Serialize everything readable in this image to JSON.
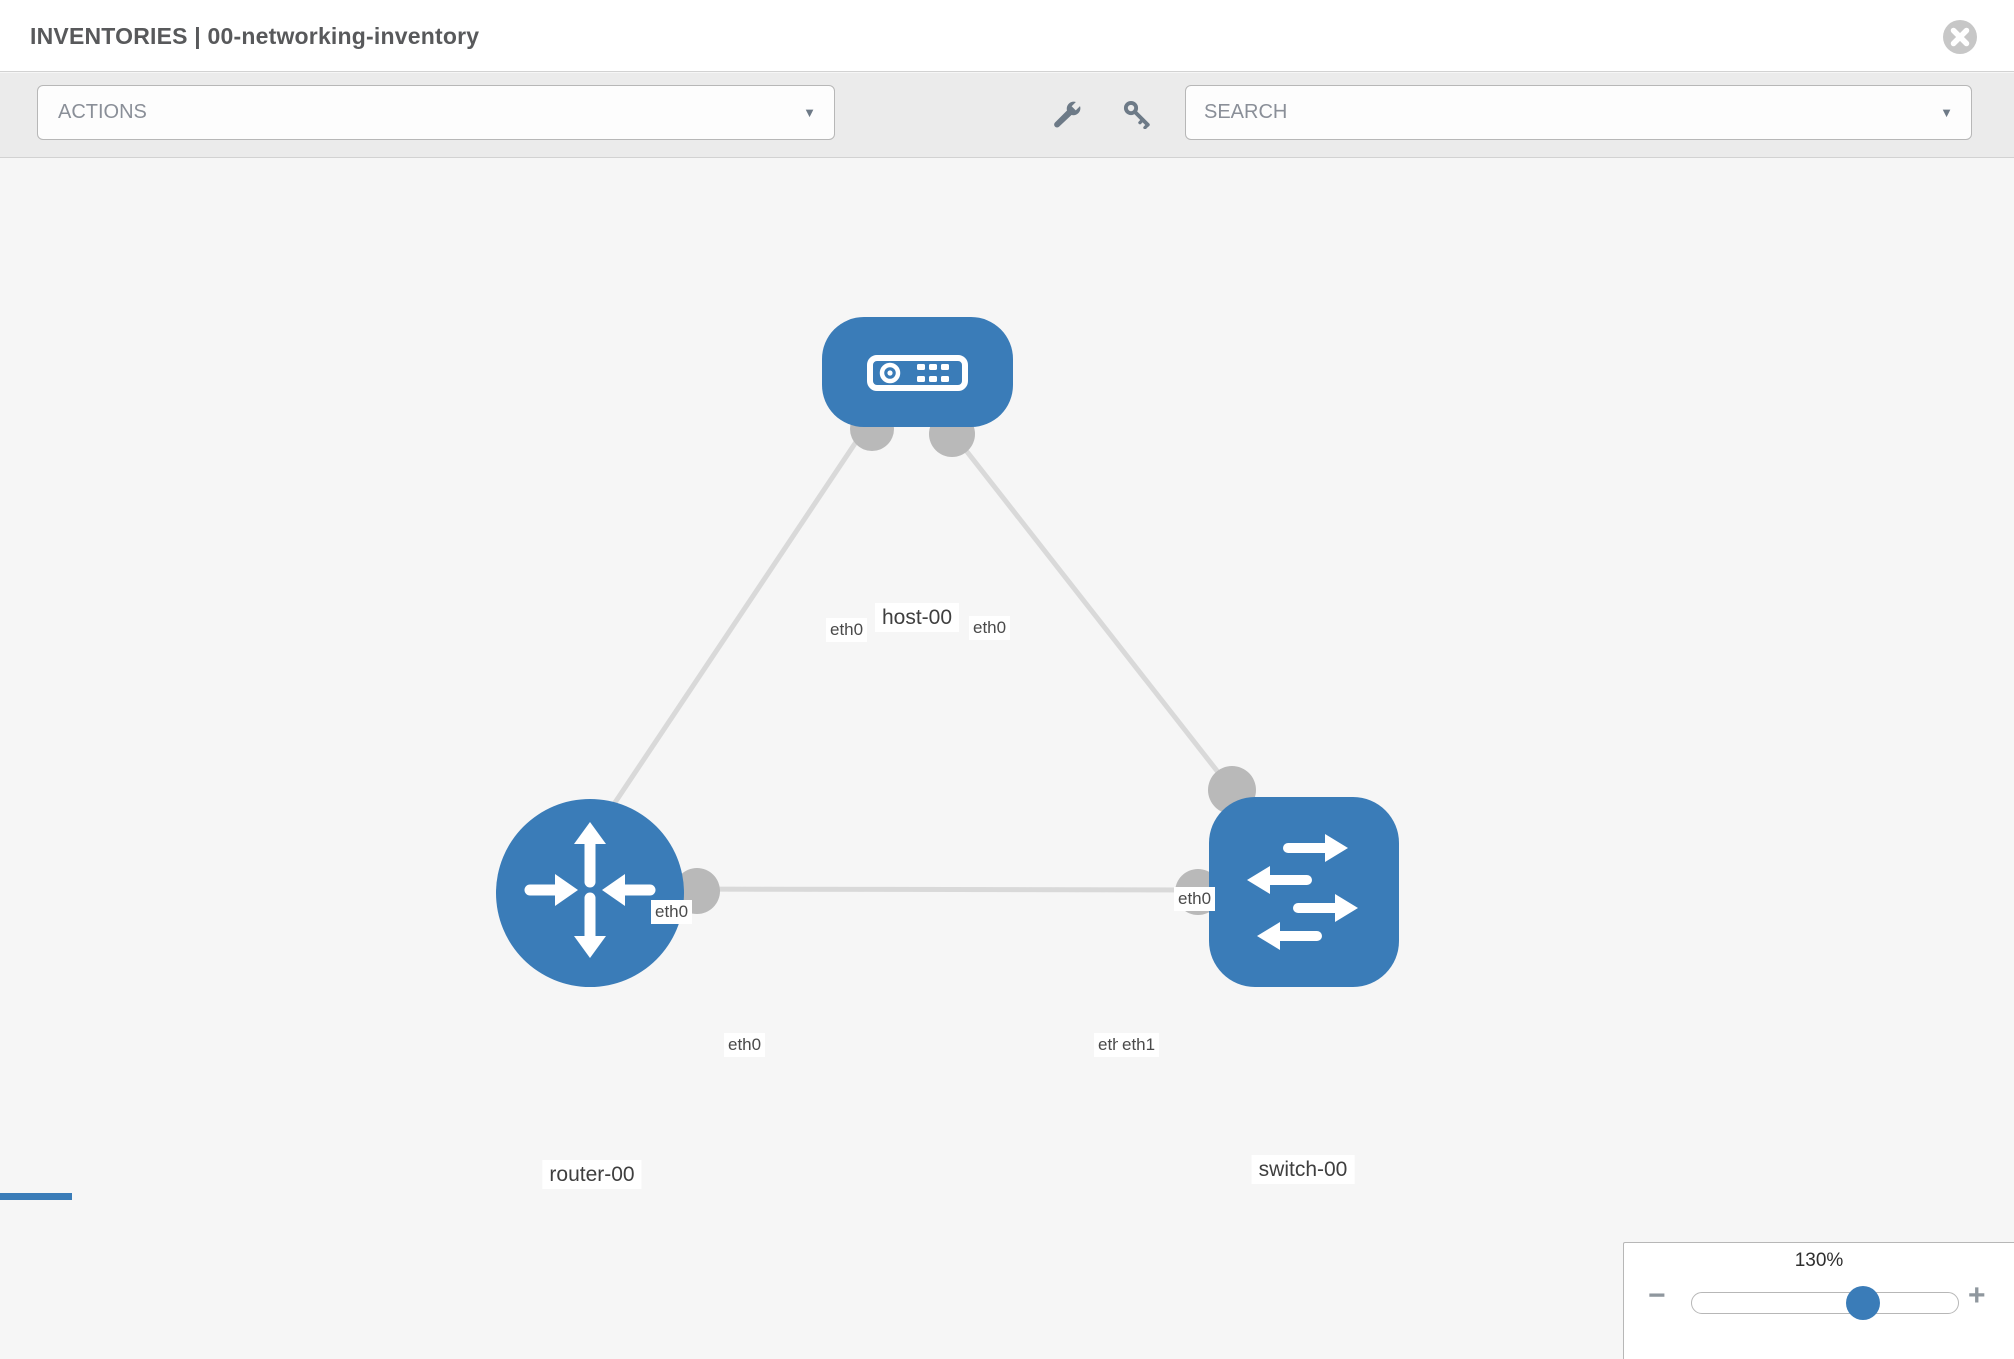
{
  "header": {
    "title": "INVENTORIES | 00-networking-inventory"
  },
  "toolbar": {
    "actions_label": "ACTIONS",
    "search_placeholder": "SEARCH"
  },
  "icons": {
    "caret": "▼",
    "close": "✕",
    "wrench": "wrench",
    "key": "key",
    "minus": "−",
    "plus": "+"
  },
  "topology": {
    "node_labels": {
      "host": "host-00",
      "router": "router-00",
      "switch": "switch-00"
    },
    "port_labels": {
      "host_left": "eth0",
      "host_right": "eth0",
      "host_router_mid": "eth0",
      "host_switch_near_switch": "eth0",
      "router_right": "eth0",
      "switch_left_under": "eth0",
      "switch_left_over": "eth1"
    },
    "links": [
      {
        "from": "host-00",
        "to": "router-00"
      },
      {
        "from": "host-00",
        "to": "switch-00"
      },
      {
        "from": "router-00",
        "to": "switch-00"
      }
    ]
  },
  "zoom_control": {
    "level": "130%"
  },
  "colors": {
    "node_blue": "#3a7cb8",
    "port_gray": "#b9b9b9",
    "link_gray": "#d9d9d9",
    "canvas_bg": "#f6f6f6",
    "toolbar_bg": "#ebebeb",
    "header_bg": "#ffffff",
    "label_text": "#4a4a4a"
  }
}
